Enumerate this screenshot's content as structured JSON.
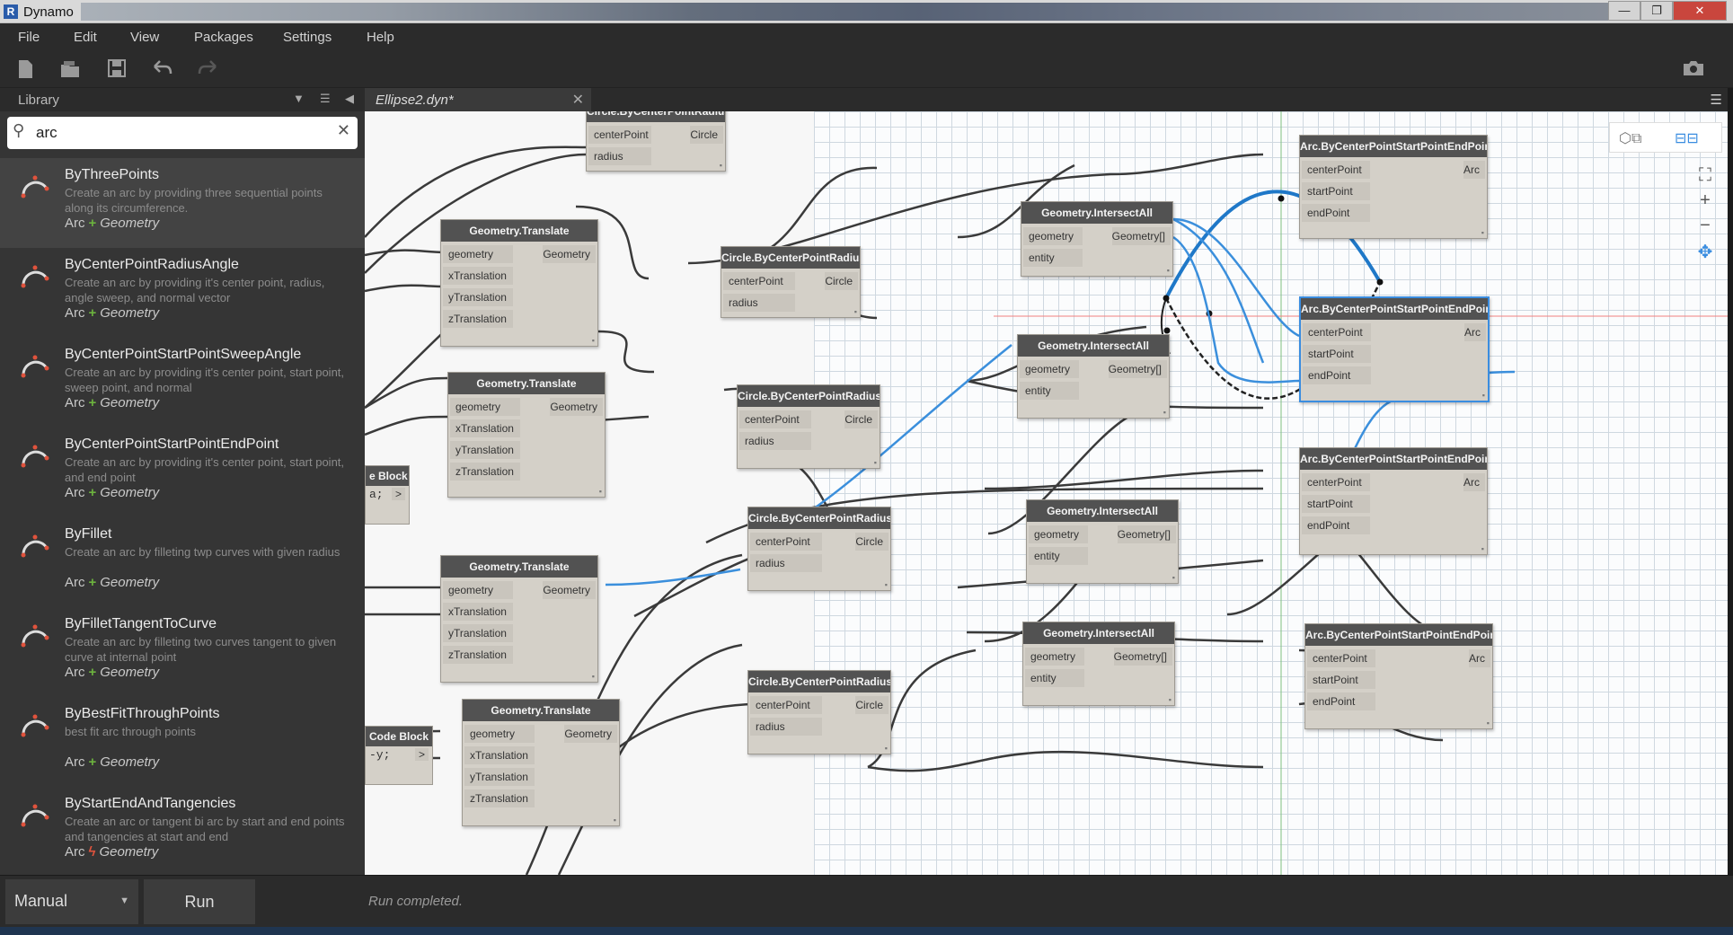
{
  "window": {
    "title": "Dynamo",
    "app_icon": "R"
  },
  "menu": [
    "File",
    "Edit",
    "View",
    "Packages",
    "Settings",
    "Help"
  ],
  "library": {
    "header": "Library",
    "search_value": "arc",
    "results": [
      {
        "name": "ByThreePoints",
        "desc": "Create an arc by providing three sequential points along its circumference.",
        "cat": "Arc",
        "kind": "Geometry",
        "mark": "plus"
      },
      {
        "name": "ByCenterPointRadiusAngle",
        "desc": "Create an arc by providing it's center point, radius, angle sweep, and normal vector",
        "cat": "Arc",
        "kind": "Geometry",
        "mark": "plus"
      },
      {
        "name": "ByCenterPointStartPointSweepAngle",
        "desc": "Create an arc by providing it's center point, start point, sweep point, and normal",
        "cat": "Arc",
        "kind": "Geometry",
        "mark": "plus"
      },
      {
        "name": "ByCenterPointStartPointEndPoint",
        "desc": "Create an arc by providing it's center point, start point, and end point",
        "cat": "Arc",
        "kind": "Geometry",
        "mark": "plus"
      },
      {
        "name": "ByFillet",
        "desc": "Create an arc by filleting twp curves with given radius",
        "cat": "Arc",
        "kind": "Geometry",
        "mark": "plus"
      },
      {
        "name": "ByFilletTangentToCurve",
        "desc": "Create an arc by filleting two curves tangent to given curve at internal point",
        "cat": "Arc",
        "kind": "Geometry",
        "mark": "plus"
      },
      {
        "name": "ByBestFitThroughPoints",
        "desc": "best fit arc through points",
        "cat": "Arc",
        "kind": "Geometry",
        "mark": "plus"
      },
      {
        "name": "ByStartEndAndTangencies",
        "desc": "Create an arc or tangent bi arc by start and end points and tangencies at start and end",
        "cat": "Arc",
        "kind": "Geometry",
        "mark": "bolt"
      }
    ]
  },
  "tab": {
    "label": "Ellipse2.dyn*"
  },
  "run": {
    "mode": "Manual",
    "button": "Run",
    "status": "Run completed."
  },
  "nodes": {
    "circle1": {
      "title": "Circle.ByCenterPointRadius",
      "in": [
        "centerPoint",
        "radius"
      ],
      "out": "Circle"
    },
    "circle2": {
      "title": "Circle.ByCenterPointRadius",
      "in": [
        "centerPoint",
        "radius"
      ],
      "out": "Circle"
    },
    "circle3": {
      "title": "Circle.ByCenterPointRadius",
      "in": [
        "centerPoint",
        "radius"
      ],
      "out": "Circle"
    },
    "circle4": {
      "title": "Circle.ByCenterPointRadius",
      "in": [
        "centerPoint",
        "radius"
      ],
      "out": "Circle"
    },
    "circle5": {
      "title": "Circle.ByCenterPointRadius",
      "in": [
        "centerPoint",
        "radius"
      ],
      "out": "Circle"
    },
    "translate1": {
      "title": "Geometry.Translate",
      "in": [
        "geometry",
        "xTranslation",
        "yTranslation",
        "zTranslation"
      ],
      "out": "Geometry"
    },
    "translate2": {
      "title": "Geometry.Translate",
      "in": [
        "geometry",
        "xTranslation",
        "yTranslation",
        "zTranslation"
      ],
      "out": "Geometry"
    },
    "translate3": {
      "title": "Geometry.Translate",
      "in": [
        "geometry",
        "xTranslation",
        "yTranslation",
        "zTranslation"
      ],
      "out": "Geometry"
    },
    "translate4": {
      "title": "Geometry.Translate",
      "in": [
        "geometry",
        "xTranslation",
        "yTranslation",
        "zTranslation"
      ],
      "out": "Geometry"
    },
    "intersect1": {
      "title": "Geometry.IntersectAll",
      "in": [
        "geometry",
        "entity"
      ],
      "out": "Geometry[]"
    },
    "intersect2": {
      "title": "Geometry.IntersectAll",
      "in": [
        "geometry",
        "entity"
      ],
      "out": "Geometry[]"
    },
    "intersect3": {
      "title": "Geometry.IntersectAll",
      "in": [
        "geometry",
        "entity"
      ],
      "out": "Geometry[]"
    },
    "intersect4": {
      "title": "Geometry.IntersectAll",
      "in": [
        "geometry",
        "entity"
      ],
      "out": "Geometry[]"
    },
    "arc1": {
      "title": "Arc.ByCenterPointStartPointEndPoint",
      "in": [
        "centerPoint",
        "startPoint",
        "endPoint"
      ],
      "out": "Arc"
    },
    "arc2": {
      "title": "Arc.ByCenterPointStartPointEndPoint",
      "in": [
        "centerPoint",
        "startPoint",
        "endPoint"
      ],
      "out": "Arc"
    },
    "arc3": {
      "title": "Arc.ByCenterPointStartPointEndPoint",
      "in": [
        "centerPoint",
        "startPoint",
        "endPoint"
      ],
      "out": "Arc"
    },
    "arc4": {
      "title": "Arc.ByCenterPointStartPointEndPoint",
      "in": [
        "centerPoint",
        "startPoint",
        "endPoint"
      ],
      "out": "Arc"
    },
    "code1": {
      "title": "e Block",
      "code": "a;",
      "out": ">"
    },
    "code2": {
      "title": "Code Block",
      "code": "-y;",
      "out": ">"
    }
  },
  "colors": {
    "accent": "#3a8de0",
    "plus": "#6cb33e",
    "bolt": "#e0533d"
  }
}
